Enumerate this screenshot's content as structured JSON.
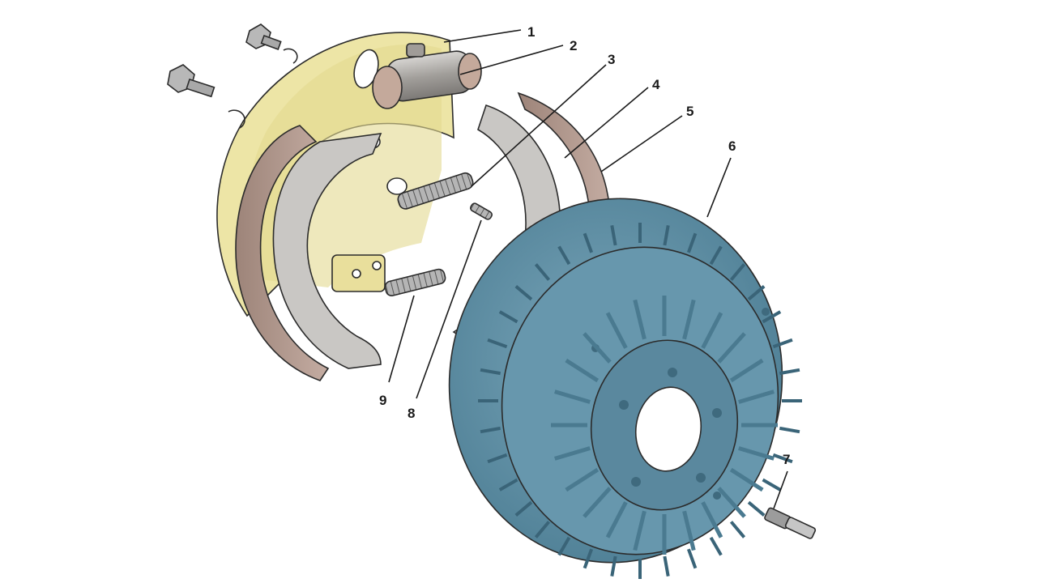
{
  "callouts": [
    {
      "id": "1",
      "label": "1"
    },
    {
      "id": "2",
      "label": "2"
    },
    {
      "id": "3",
      "label": "3"
    },
    {
      "id": "4",
      "label": "4"
    },
    {
      "id": "5",
      "label": "5"
    },
    {
      "id": "6",
      "label": "6"
    },
    {
      "id": "7",
      "label": "7"
    },
    {
      "id": "8",
      "label": "8"
    },
    {
      "id": "9",
      "label": "9"
    }
  ],
  "colors": {
    "backing_plate": "#ede5a6",
    "wheel_cylinder": "#a9a6a2",
    "shoe_steel": "#c9c7c4",
    "shoe_lining": "#b09990",
    "drum": "#5f8ea4",
    "drum_dark": "#466f84",
    "spring": "#9a9a9a",
    "bolt": "#b8b8b8"
  }
}
